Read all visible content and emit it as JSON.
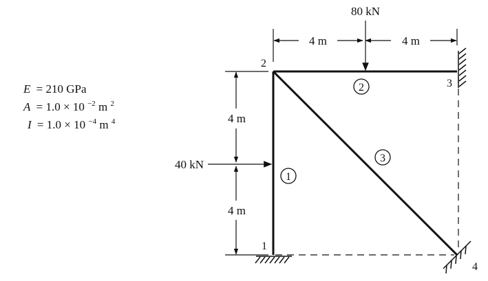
{
  "properties": {
    "E": {
      "symbol": "E",
      "eq": "= 210 GPa"
    },
    "A": {
      "symbol": "A",
      "eq": "= 1.0 × 10",
      "exp": "−2",
      "unit": " m",
      "unit_exp": "2"
    },
    "I": {
      "symbol": "I",
      "eq": "= 1.0 × 10",
      "exp": "−4",
      "unit": " m",
      "unit_exp": "4"
    }
  },
  "loads": {
    "vertical": "80 kN",
    "horizontal": "40 kN"
  },
  "dimensions": {
    "top_left": "4 m",
    "top_right": "4 m",
    "left_upper": "4 m",
    "left_lower": "4 m"
  },
  "nodes": [
    "1",
    "2",
    "3",
    "4"
  ],
  "elements": [
    "1",
    "2",
    "3"
  ]
}
